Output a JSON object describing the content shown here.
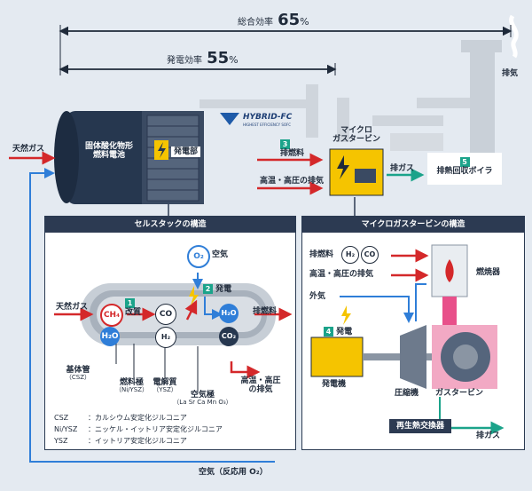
{
  "top": {
    "total_label": "総合効率",
    "total_value": "65",
    "total_unit": "%",
    "gen_label": "発電効率",
    "gen_value": "55",
    "gen_unit": "%",
    "exhaust": "排気"
  },
  "main": {
    "natural_gas": "天然ガス",
    "sofc_line1": "固体酸化物形",
    "sofc_line2": "燃料電池",
    "generation_part": "発電部",
    "logo_text": "HYBRID-FC",
    "logo_sub": "HIGHEST EFFICIENCY SOFC",
    "exhaust_fuel_num": "3",
    "exhaust_fuel": "排燃料",
    "hot_exhaust": "高温・高圧の排気",
    "micro_turbine_line1": "マイクロ",
    "micro_turbine_line2": "ガスタービン",
    "exhaust_gas": "排ガス",
    "boiler_num": "5",
    "boiler": "排熱回収ボイラ",
    "air_bottom": "空気（反応用 O₂）"
  },
  "cell": {
    "title": "セルスタックの構造",
    "o2": "O₂",
    "air": "空気",
    "step2_num": "2",
    "step2": "発電",
    "step1_num": "1",
    "step1": "改質",
    "natural_gas": "天然ガス",
    "ch4": "CH₄",
    "h2o": "H₂O",
    "co": "CO",
    "h2": "H₂",
    "h2o_out": "H₂O",
    "co2": "CO₂",
    "exhaust_fuel": "排燃料",
    "hot_line1": "高温・高圧",
    "hot_line2": "の排気",
    "base_tube": "基体管",
    "base_tube_sub": "（CSZ）",
    "fuel_electrode": "燃料極",
    "fuel_electrode_sub": "（Ni/YSZ）",
    "electrolyte": "電解質",
    "electrolyte_sub": "（YSZ）",
    "air_electrode": "空気極",
    "air_electrode_sub": "（La Sr Ca Mn O₃）",
    "legend": [
      {
        "abbr": "CSZ",
        "desc": "：カルシウム安定化ジルコニア"
      },
      {
        "abbr": "Ni/YSZ",
        "desc": "：ニッケル・イットリア安定化ジルコニア"
      },
      {
        "abbr": "YSZ",
        "desc": "：イットリア安定化ジルコニア"
      }
    ]
  },
  "turbine": {
    "title": "マイクロガスタービンの構造",
    "exhaust_fuel": "排燃料",
    "h2": "H₂",
    "co": "CO",
    "hot_exhaust": "高温・高圧の排気",
    "combustor": "燃焼器",
    "outside_air": "外気",
    "gen_num": "4",
    "gen": "発電",
    "generator": "発電機",
    "compressor": "圧縮機",
    "gas_turbine": "ガスタービン",
    "regen": "再生熱交換器",
    "exhaust_gas": "排ガス"
  },
  "colors": {
    "navy": "#2c3a52",
    "red": "#d4282a",
    "blue": "#2f7ed8",
    "green": "#1ba38a",
    "yellow": "#f5c400",
    "pink": "#e8508a"
  }
}
